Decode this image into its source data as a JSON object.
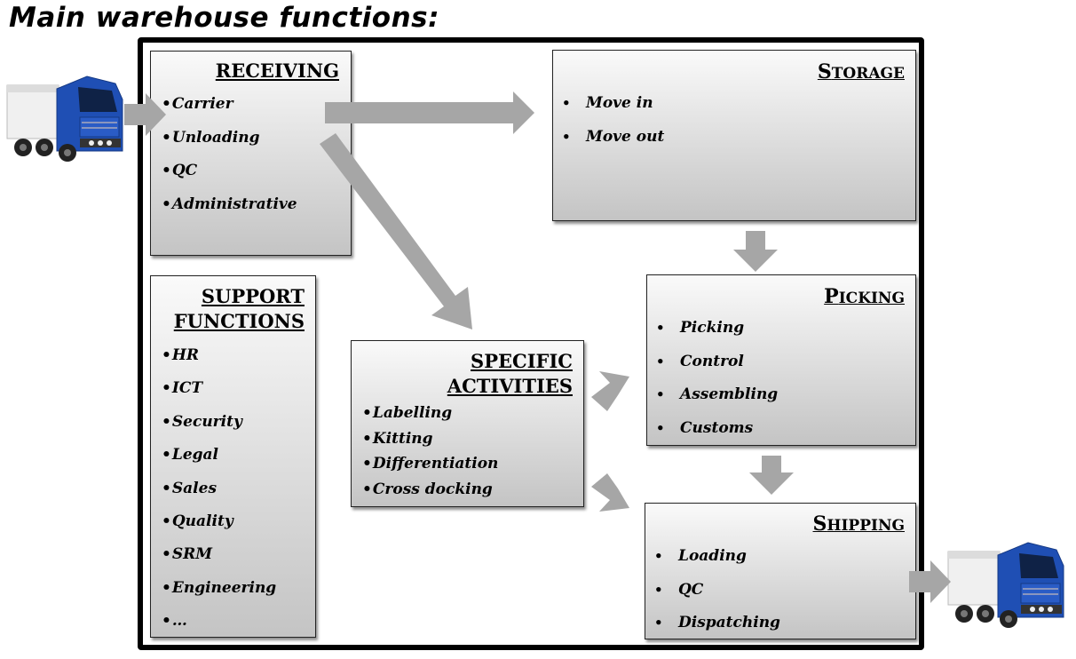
{
  "title": "Main warehouse functions:",
  "boxes": {
    "receiving": {
      "title": "RECEIVING",
      "items": [
        "Carrier",
        "Unloading",
        "QC",
        "Administrative"
      ]
    },
    "storage": {
      "title_first": "S",
      "title_rest": "TORAGE",
      "items": [
        "Move in",
        "Move out"
      ]
    },
    "support": {
      "title_line1": "SUPPORT",
      "title_line2": "FUNCTIONS",
      "items": [
        "HR",
        "ICT",
        "Security",
        "Legal",
        "Sales",
        "Quality",
        "SRM",
        "Engineering",
        "…"
      ]
    },
    "specific": {
      "title_line1": "SPECIFIC",
      "title_line2": "ACTIVITIES",
      "items": [
        "Labelling",
        "Kitting",
        "Differentiation",
        "Cross docking"
      ]
    },
    "picking": {
      "title_first": "P",
      "title_rest": "ICKING",
      "items": [
        "Picking",
        "Control",
        "Assembling",
        "Customs"
      ]
    },
    "shipping": {
      "title_first": "S",
      "title_rest": "HIPPING",
      "items": [
        "Loading",
        "QC",
        "Dispatching"
      ]
    }
  },
  "bullet_char": "•",
  "colors": {
    "arrow": "#a6a6a6",
    "frame": "#000000",
    "box_top": "#fafafa",
    "box_bottom": "#c4c4c4",
    "truck_cab": "#1f4fb4",
    "truck_trailer": "#efefef"
  },
  "icons": {
    "inbound_truck": "truck-icon",
    "outbound_truck": "truck-icon"
  }
}
